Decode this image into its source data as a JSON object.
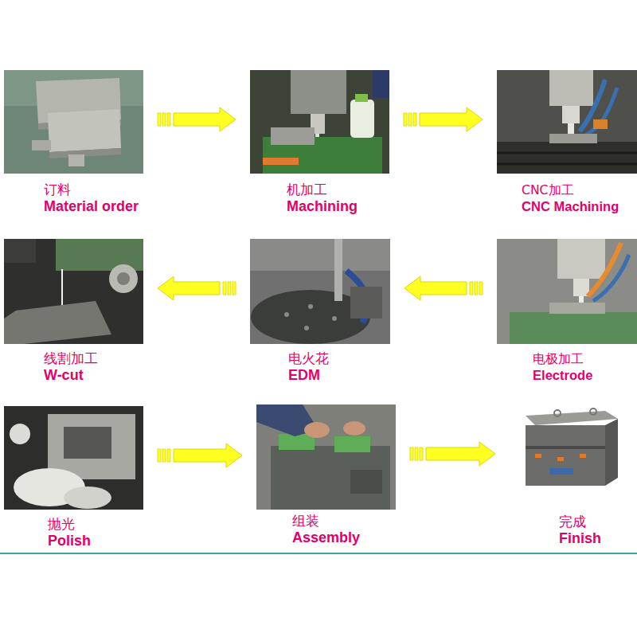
{
  "diagram": {
    "nodes": [
      {
        "text": [
          "订料",
          "Material order"
        ]
      },
      {
        "text": [
          "机加工",
          "Machining"
        ]
      },
      {
        "text": [
          "CNC加工",
          "CNC Machining"
        ]
      },
      {
        "text": [
          "线割加工",
          "W-cut"
        ]
      },
      {
        "text": [
          "电火花",
          "EDM"
        ]
      },
      {
        "text": [
          "电极加工",
          "Electrode"
        ]
      },
      {
        "text": [
          "抛光",
          "Polish"
        ]
      },
      {
        "text": [
          "组装",
          "Assembly"
        ]
      },
      {
        "text": [
          "完成",
          "Finish"
        ]
      }
    ],
    "edges": [
      {
        "from": 0,
        "to": 1,
        "arrow": "to"
      },
      {
        "from": 1,
        "to": 2,
        "arrow": "to"
      },
      {
        "from": 5,
        "to": 4,
        "arrow": "to"
      },
      {
        "from": 4,
        "to": 3,
        "arrow": "to"
      },
      {
        "from": 6,
        "to": 7,
        "arrow": "to"
      },
      {
        "from": 7,
        "to": 8,
        "arrow": "to"
      }
    ]
  }
}
